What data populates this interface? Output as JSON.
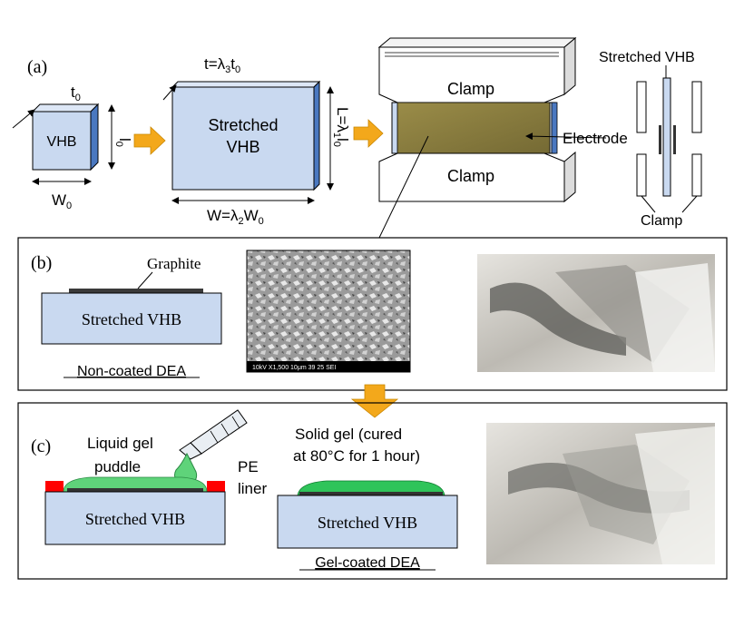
{
  "panel_a": {
    "label": "(a)",
    "cube_label": "VHB",
    "thickness_label": "t",
    "thickness_sub": "0",
    "length_label": "l",
    "length_sub": "0",
    "width_label": "W",
    "width_sub": "0",
    "stretched_line1": "Stretched",
    "stretched_line2": "VHB",
    "t_formula": "t=λ",
    "t_formula_sub1": "3",
    "t_formula_mid": "t",
    "t_formula_sub2": "0",
    "l_formula": "L=λ",
    "l_formula_sub1": "1",
    "l_formula_mid": "l",
    "l_formula_sub2": "0",
    "w_formula": "W=λ",
    "w_formula_sub1": "2",
    "w_formula_mid": "W",
    "w_formula_sub2": "0",
    "clamp_top": "Clamp",
    "clamp_bottom": "Clamp",
    "electrode": "Electrode",
    "side_title": "Stretched VHB",
    "side_clamp": "Clamp"
  },
  "panel_b": {
    "label": "(b)",
    "graphite": "Graphite",
    "layer": "Stretched VHB",
    "caption": "Non-coated DEA",
    "sem_bar": "10kV   X1,500   10μm      39 25 SEI"
  },
  "panel_c": {
    "label": "(c)",
    "liquid_line1": "Liquid gel",
    "liquid_line2": "puddle",
    "pe_line1": "PE",
    "pe_line2": "liner",
    "left_layer": "Stretched VHB",
    "solid_line1": "Solid gel  (cured",
    "solid_line2": "at 80°C for 1 hour)",
    "right_layer": "Stretched VHB",
    "caption": "Gel-coated DEA"
  },
  "colors": {
    "vhb": "#c9d9f0",
    "vhb_edge": "#4a78c0",
    "arrow": "#f3a81b",
    "electrode": "#8a7d3e",
    "gel_green": "#5fd37a",
    "pe_red": "#ff0000"
  }
}
